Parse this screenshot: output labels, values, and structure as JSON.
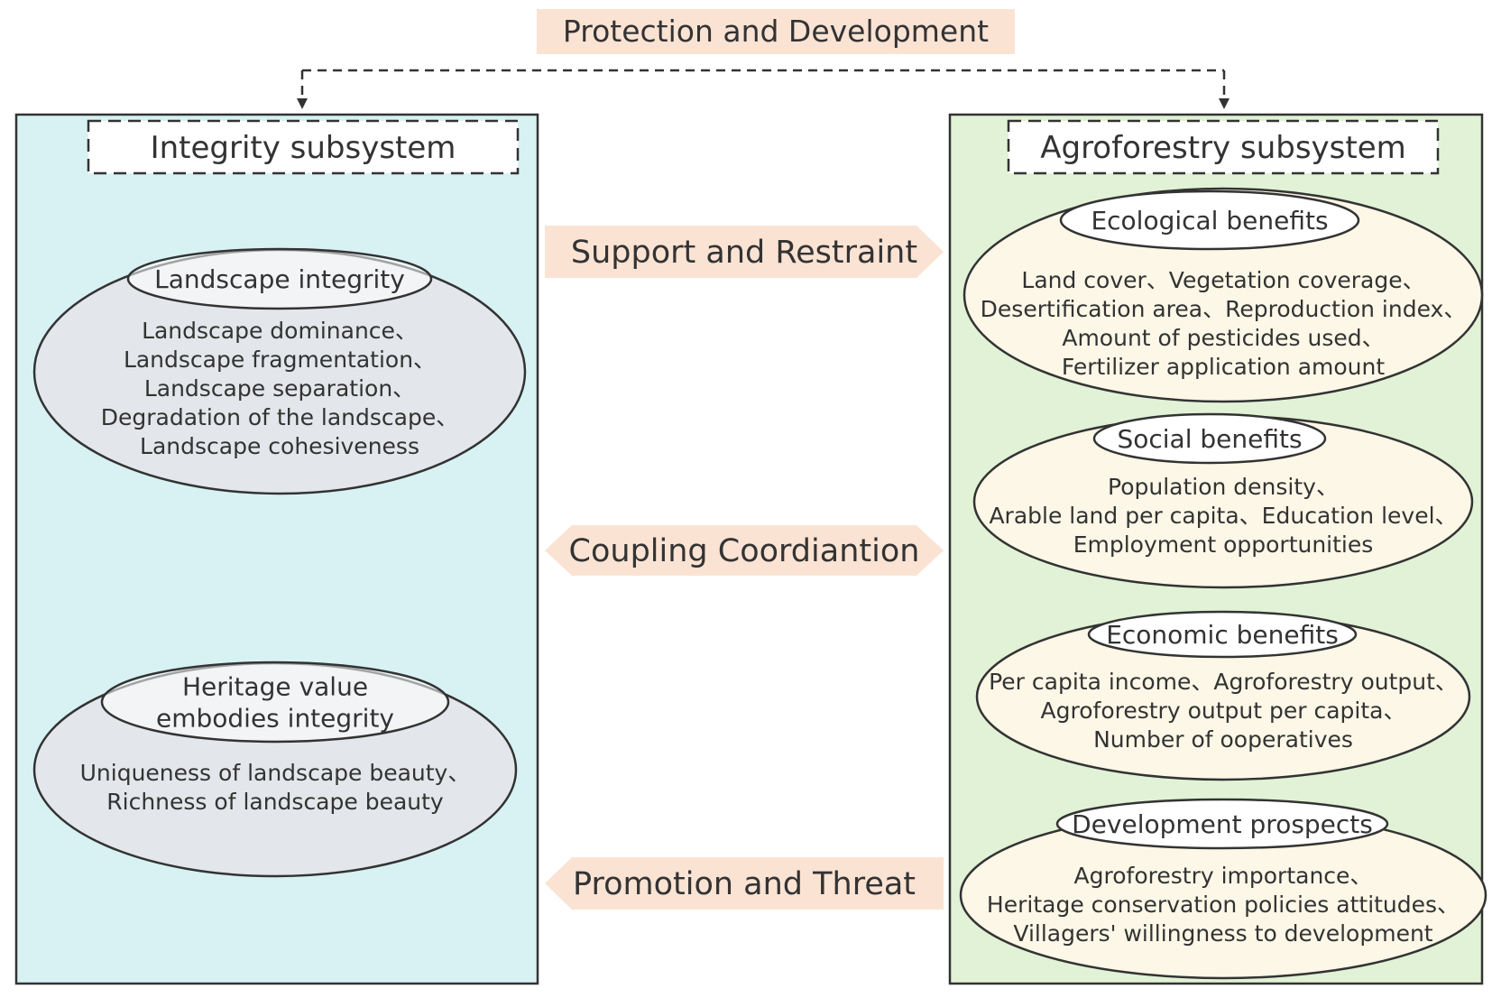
{
  "top_label": "Protection and Development",
  "left_panel": {
    "title": "Integrity subsystem",
    "bg_color": "#d8f2f4",
    "groups": [
      {
        "heading": [
          "Landscape integrity"
        ],
        "items": [
          "Landscape dominance、",
          "Landscape fragmentation、",
          "Landscape separation、",
          "Degradation of the landscape、",
          "Landscape cohesiveness"
        ]
      },
      {
        "heading": [
          "Heritage value",
          "embodies integrity"
        ],
        "items": [
          "Uniqueness of landscape beauty、",
          "Richness of landscape beauty"
        ]
      }
    ]
  },
  "right_panel": {
    "title": "Agroforestry subsystem",
    "bg_color": "#e1f2d6",
    "groups": [
      {
        "heading": [
          "Ecological benefits"
        ],
        "items": [
          "Land cover、Vegetation coverage、",
          "Desertification area、Reproduction index、",
          "Amount of pesticides used、",
          "Fertilizer application amount"
        ]
      },
      {
        "heading": [
          "Social benefits"
        ],
        "items": [
          "Population density、",
          "Arable land per capita、Education level、",
          "Employment opportunities"
        ]
      },
      {
        "heading": [
          "Economic benefits"
        ],
        "items": [
          "Per capita income、Agroforestry output、",
          "Agroforestry output per capita、",
          "Number of ooperatives"
        ]
      },
      {
        "heading": [
          "Development prospects"
        ],
        "items": [
          "Agroforestry importance、",
          "Heritage conservation policies attitudes、",
          "Villagers' willingness to development"
        ]
      }
    ]
  },
  "middle_arrows": [
    {
      "label": "Support and Restraint",
      "direction": "right"
    },
    {
      "label": "Coupling Coordiantion",
      "direction": "both"
    },
    {
      "label": "Promotion and Threat",
      "direction": "left"
    }
  ],
  "colors": {
    "label_fill": "#fbe3d4",
    "left_ellipse_fill": "#e3e6ea",
    "right_ellipse_fill": "#fcf7e7",
    "outline": "#333333"
  }
}
